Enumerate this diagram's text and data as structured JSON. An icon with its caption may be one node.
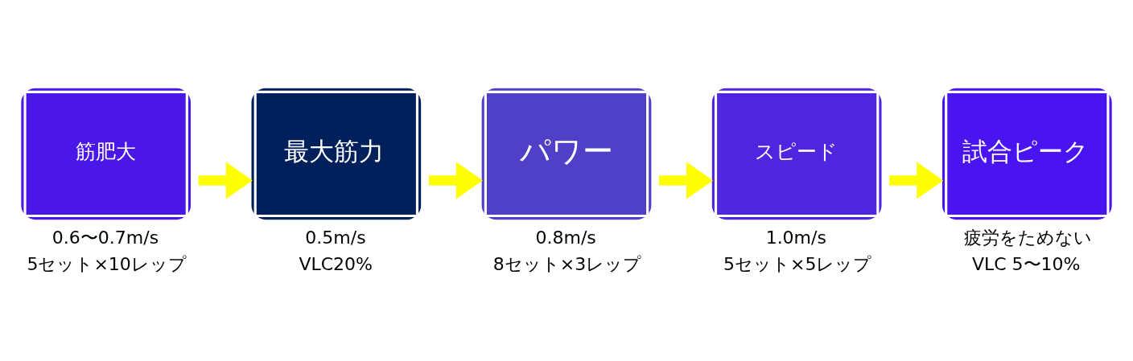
{
  "diagram": {
    "nodes": [
      {
        "text": [
          "筋肥大"
        ],
        "beside": [
          "0.6〜0.7m/s",
          "5セット×10レップ"
        ]
      },
      {
        "text": [
          "最大筋力"
        ],
        "beside": [
          "0.5m/s",
          "VLC20%"
        ]
      },
      {
        "text": [
          "パワー"
        ],
        "beside": [
          "0.8m/s",
          "8セット×3レップ"
        ]
      },
      {
        "text": [
          "スピード"
        ],
        "beside": [
          "1.0m/s",
          "5セット×5レップ"
        ]
      },
      {
        "text": [
          "試合ピーク"
        ],
        "beside": [
          "疲労をためない",
          "VLC 5〜10%"
        ]
      }
    ],
    "edges": [
      {
        "from": 0,
        "to": 1,
        "arrow": "to"
      },
      {
        "from": 1,
        "to": 2,
        "arrow": "to"
      },
      {
        "from": 2,
        "to": 3,
        "arrow": "to"
      },
      {
        "from": 3,
        "to": 4,
        "arrow": "to"
      }
    ]
  }
}
